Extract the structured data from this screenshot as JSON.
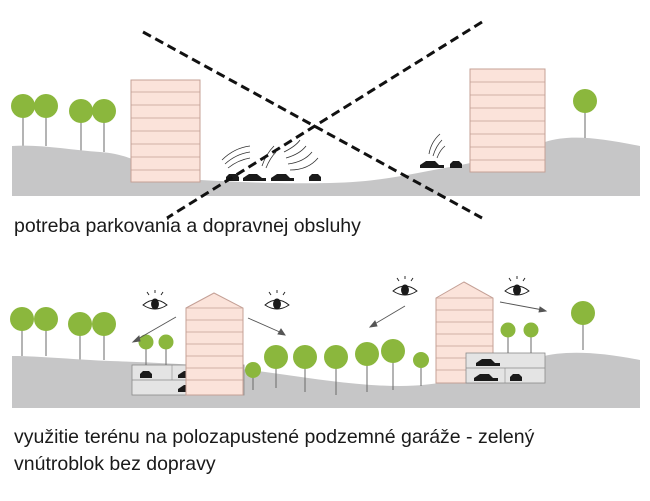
{
  "top_diagram": {
    "caption": "potreba parkovania a dopravnej obsluhy"
  },
  "bottom_diagram": {
    "caption_line1": "využitie terénu na polozapustené podzemné garáže - zelený",
    "caption_line2": "vnútroblok bez dopravy"
  },
  "colors": {
    "terrain": "#c6c6c7",
    "building": "#fbe3da",
    "building_line": "#c4a096",
    "tree": "#8bb73d",
    "garage": "#e4e4e4",
    "line": "#1a1a1a"
  }
}
